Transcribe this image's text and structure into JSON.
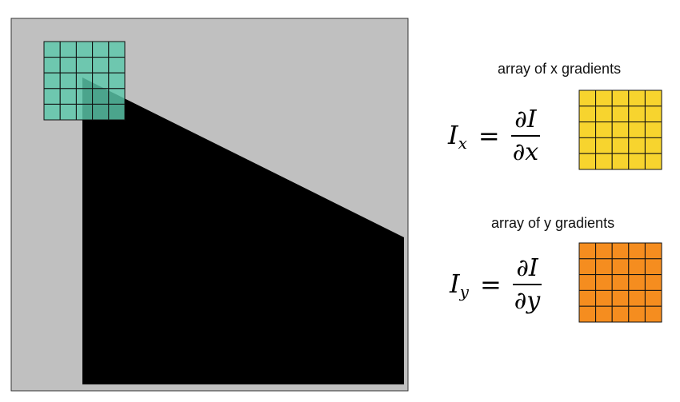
{
  "image": {
    "background_color": "#c0c0c0",
    "shape_color": "#000000",
    "window_color": "#5cc8ab",
    "window_grid": {
      "rows": 5,
      "cols": 5
    },
    "description_shape": "black-polygon"
  },
  "x_gradient": {
    "caption": "array of x gradients",
    "lhs": "I",
    "lhs_sub": "x",
    "op": "=",
    "numerator": "∂I",
    "denominator": "∂x",
    "array_color": "#f7d42e",
    "grid": {
      "rows": 5,
      "cols": 5
    }
  },
  "y_gradient": {
    "caption": "array of y gradients",
    "lhs": "I",
    "lhs_sub": "y",
    "op": "=",
    "numerator": "∂I",
    "denominator": "∂y",
    "array_color": "#f58d1f",
    "grid": {
      "rows": 5,
      "cols": 5
    }
  }
}
